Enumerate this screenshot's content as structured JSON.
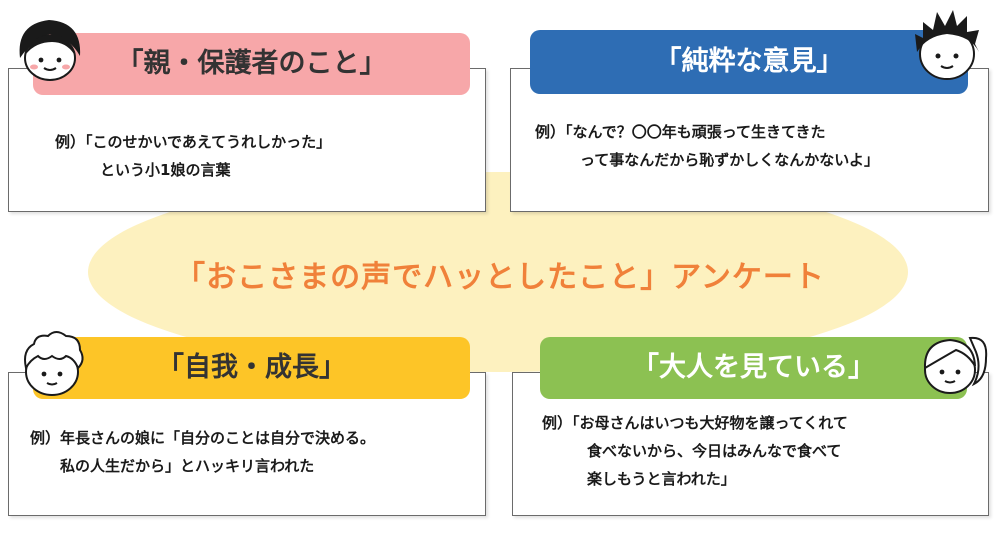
{
  "center": {
    "title": "「おこさまの声でハッとしたこと」アンケート"
  },
  "quadrants": {
    "parent": {
      "label": "「親・保護者のこと」",
      "color": "#f7a7a9",
      "example_line1": "例）「このせかいであえてうれしかった」",
      "example_line2": "　　　という小1娘の言葉"
    },
    "pure": {
      "label": "「純粋な意見」",
      "color": "#2e6db4",
      "example_line1": "例）「なんで？〇〇年も頑張って生きてきた",
      "example_line2": "　　　って事なんだから恥ずかしくなんかないよ」"
    },
    "self": {
      "label": "「自我・成長」",
      "color": "#fdc527",
      "example_line1": "例）年長さんの娘に「自分のことは自分で決める。",
      "example_line2": "　　私の人生だから」とハッキリ言われた"
    },
    "adults": {
      "label": "「大人を見ている」",
      "color": "#8cc152",
      "example_line1": "例）「お母さんはいつも大好物を譲ってくれて",
      "example_line2": "　　　食べないから、今日はみんなで食べて",
      "example_line3": "　　　楽しもうと言われた」"
    }
  }
}
